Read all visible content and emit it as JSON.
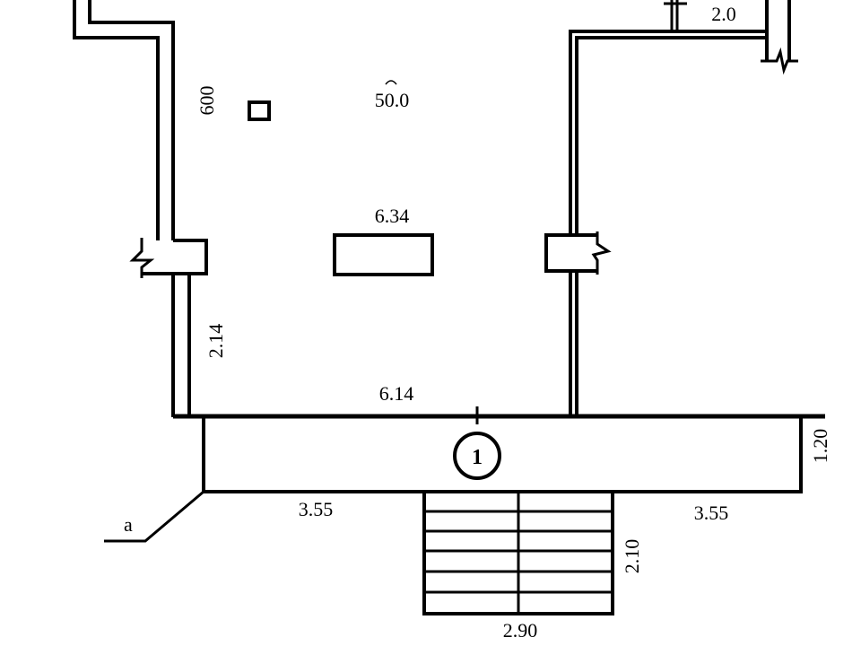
{
  "drawing": {
    "labels": {
      "left_wall_length": "600",
      "area": "50.0",
      "window_width": "6.34",
      "left_lower_wall": "2.14",
      "front_wall": "6.14",
      "porch_depth": "1.20",
      "porch_left": "3.55",
      "porch_right": "3.55",
      "stair_depth": "2.10",
      "stair_width": "2.90",
      "top_right": "2.0",
      "section_marker": "a",
      "entrance_number": "1"
    },
    "stair_steps": 6
  }
}
